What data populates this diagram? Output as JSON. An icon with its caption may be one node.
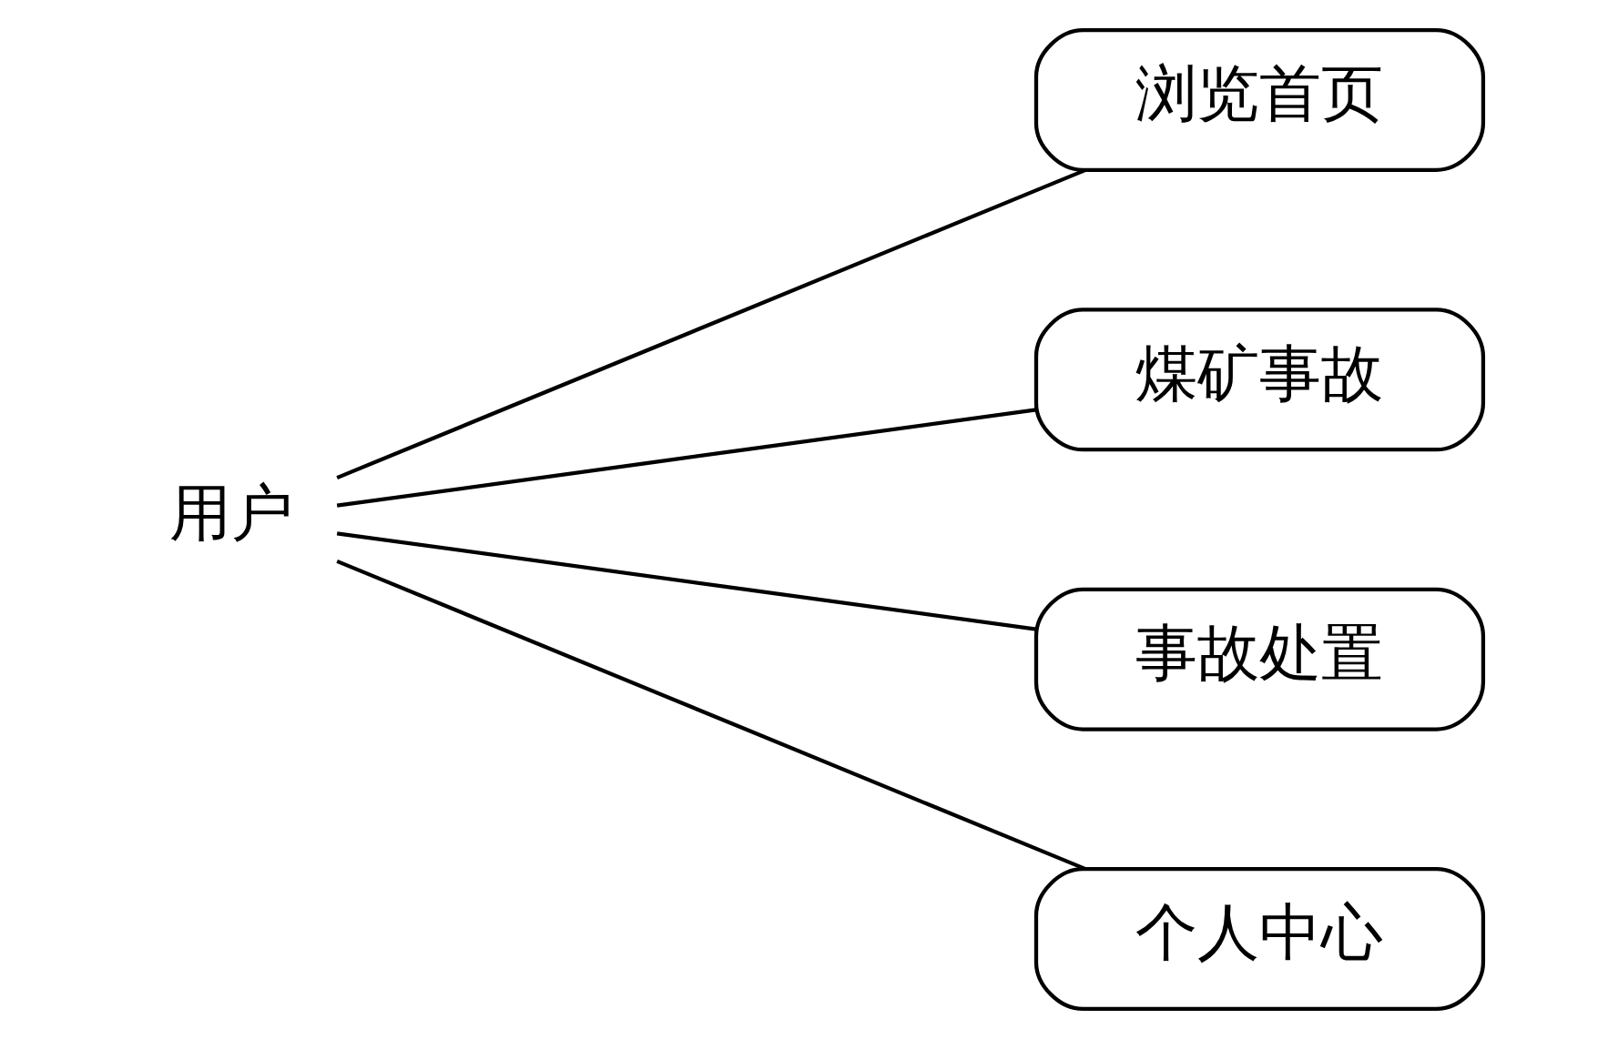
{
  "diagram": {
    "nodes": [
      {
        "text": [
          "用户"
        ]
      },
      {
        "text": [
          "浏览首页"
        ]
      },
      {
        "text": [
          "煤矿事故"
        ]
      },
      {
        "text": [
          "事故处置"
        ]
      },
      {
        "text": [
          "个人中心"
        ]
      }
    ],
    "edges": [
      {
        "from": 0,
        "to": 1,
        "arrow": "none"
      },
      {
        "from": 0,
        "to": 2,
        "arrow": "none"
      },
      {
        "from": 0,
        "to": 3,
        "arrow": "none"
      },
      {
        "from": 0,
        "to": 4,
        "arrow": "none"
      }
    ]
  }
}
